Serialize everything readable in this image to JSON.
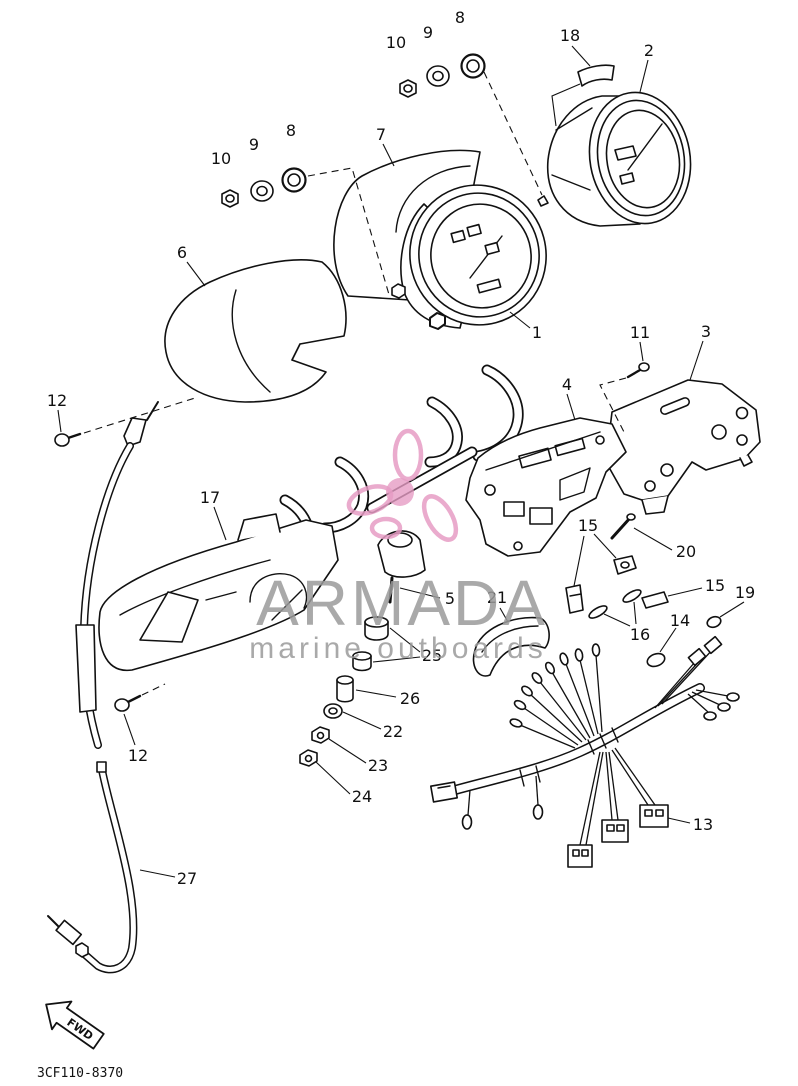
{
  "callouts": [
    "10",
    "9",
    "8",
    "18",
    "2",
    "10",
    "9",
    "8",
    "7",
    "6",
    "1",
    "11",
    "3",
    "12",
    "4",
    "17",
    "15",
    "20",
    "15",
    "19",
    "5",
    "21",
    "14",
    "16",
    "25",
    "26",
    "12",
    "22",
    "23",
    "24",
    "13",
    "27"
  ],
  "fwd_arrow": "FWD",
  "drawing_number": "3CF110-8370",
  "watermark": {
    "brand": "ARMADA",
    "tagline": "marine outboards"
  },
  "colors": {
    "line": "#111111",
    "background": "#ffffff",
    "watermark_text": "#9b9b9b",
    "watermark_logo": "#e69cc4"
  }
}
